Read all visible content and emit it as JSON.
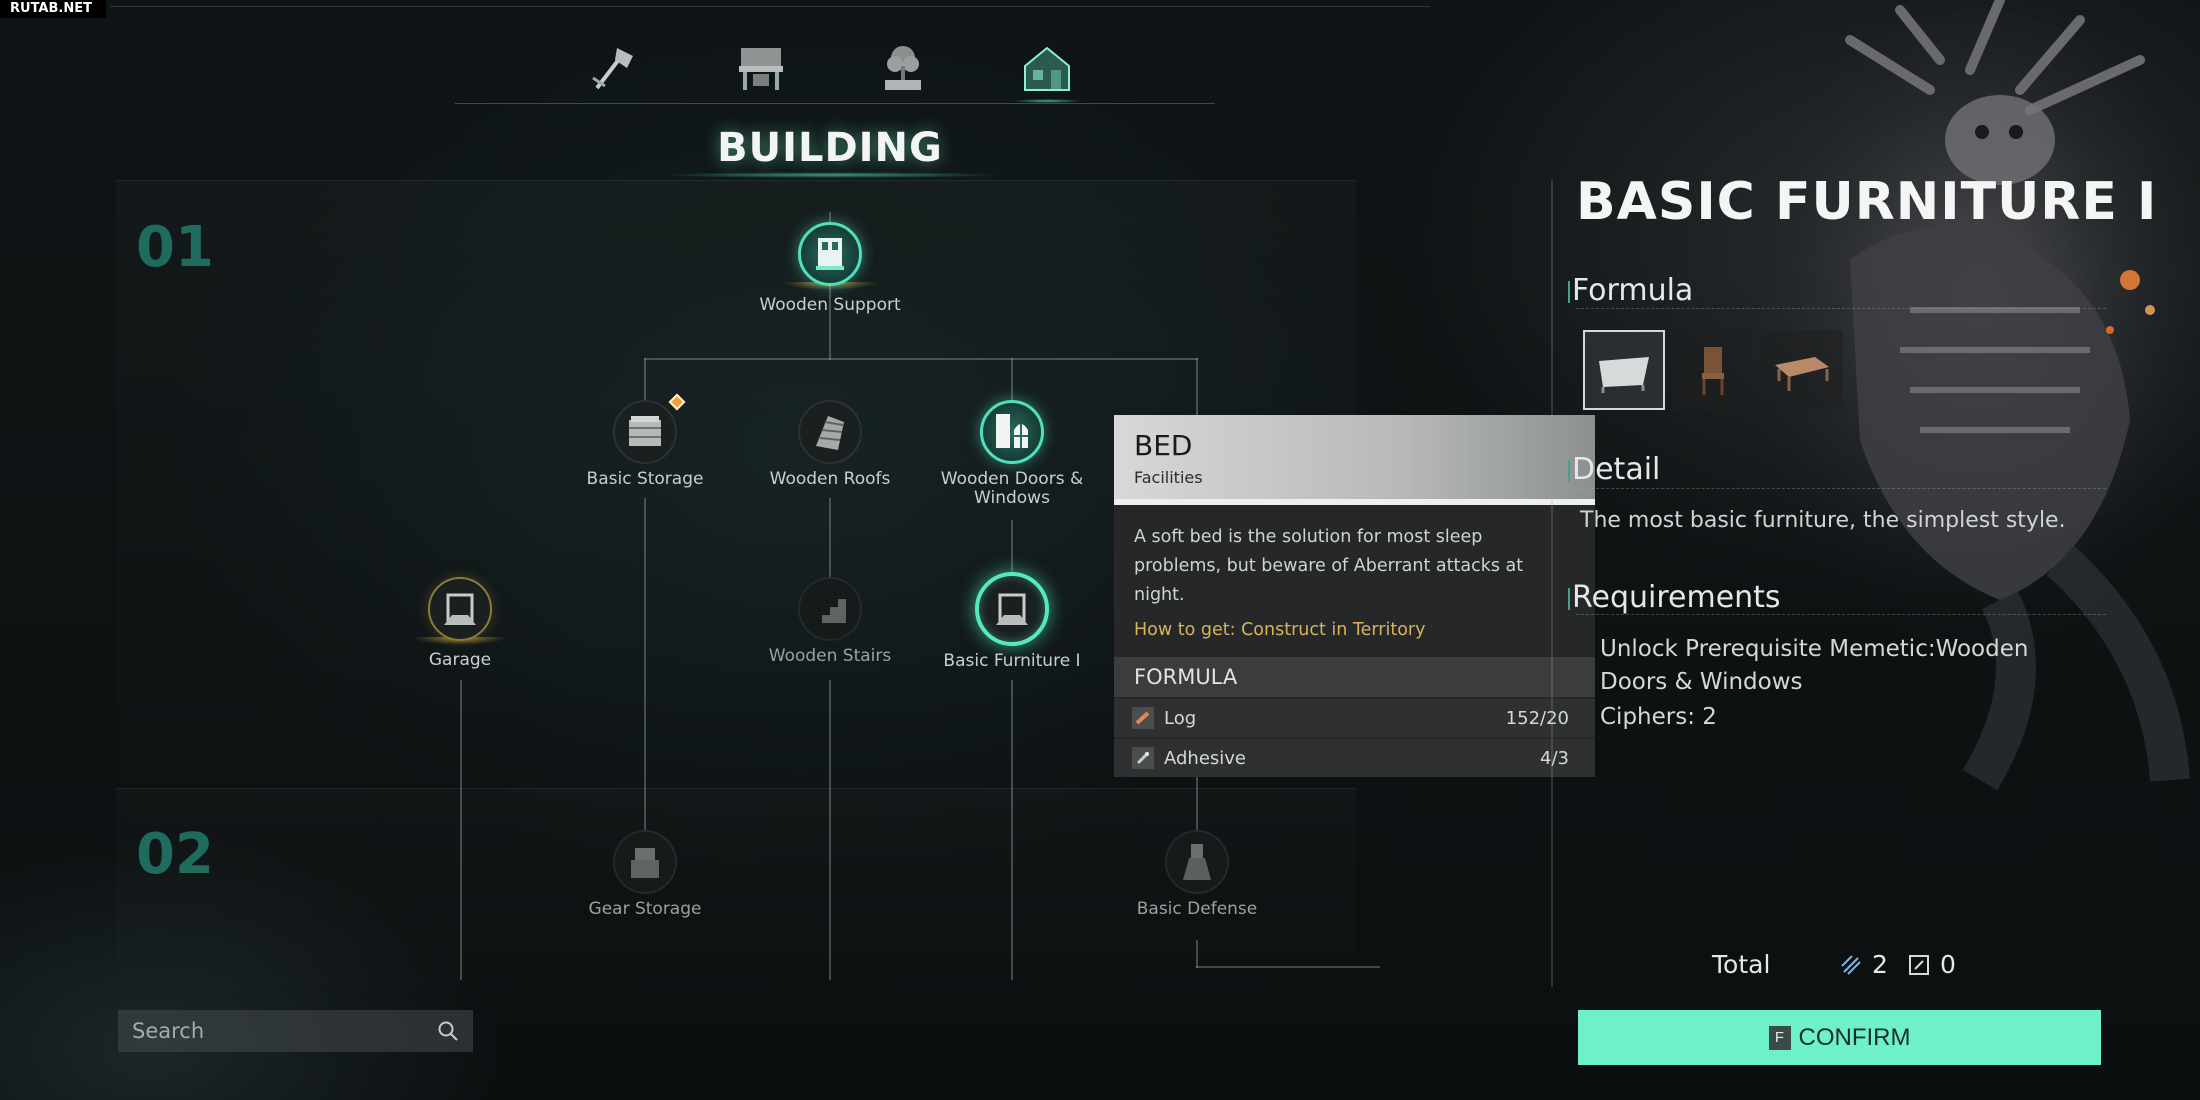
{
  "watermark": "RUTAB.NET",
  "category_tabs": [
    {
      "icon": "axe-icon",
      "active": false
    },
    {
      "icon": "workbench-icon",
      "active": false
    },
    {
      "icon": "planter-icon",
      "active": false
    },
    {
      "icon": "house-icon",
      "active": true
    }
  ],
  "page_title": "BUILDING",
  "tiers": [
    {
      "number": "01"
    },
    {
      "number": "02"
    }
  ],
  "nodes": {
    "wooden_support": {
      "label": "Wooden Support"
    },
    "basic_storage": {
      "label": "Basic Storage"
    },
    "wooden_roofs": {
      "label": "Wooden Roofs"
    },
    "wooden_doors_windows": {
      "label": "Wooden Doors & Windows"
    },
    "garage": {
      "label": "Garage"
    },
    "wooden_stairs": {
      "label": "Wooden Stairs"
    },
    "basic_furniture": {
      "label": "Basic Furniture Ⅰ"
    },
    "gear_storage": {
      "label": "Gear Storage"
    },
    "basic_defense": {
      "label": "Basic Defense"
    }
  },
  "search": {
    "placeholder": "Search"
  },
  "tooltip": {
    "name": "BED",
    "category": "Facilities",
    "description": "A soft bed is the solution for most sleep problems, but beware of Aberrant attacks at night.",
    "how_to_get": "How to get: Construct in Territory",
    "formula_label": "FORMULA",
    "materials": [
      {
        "name": "Log",
        "amount": "152/20",
        "icon": "log-icon"
      },
      {
        "name": "Adhesive",
        "amount": "4/3",
        "icon": "adhesive-icon"
      }
    ]
  },
  "detail_panel": {
    "title": "BASIC FURNITURE Ⅰ",
    "formula_label": "Formula",
    "formula_items": [
      {
        "icon": "bed-icon",
        "selected": true
      },
      {
        "icon": "chair-icon",
        "selected": false
      },
      {
        "icon": "table-icon",
        "selected": false
      }
    ],
    "detail_label": "Detail",
    "detail_text": "The most basic furniture, the simplest style.",
    "requirements_label": "Requirements",
    "requirement_1": "Unlock Prerequisite Memetic:Wooden",
    "requirement_1b": "Doors & Windows",
    "requirement_2": "Ciphers:  2"
  },
  "total": {
    "label": "Total",
    "cipher_cost": "2",
    "other_cost": "0"
  },
  "confirm": {
    "key": "F",
    "label": "CONFIRM"
  },
  "colors": {
    "accent": "#55e8c1",
    "confirm_bg": "#6ef0c8",
    "tier_number": "#1f6b5e",
    "how_to_get": "#d7b45a"
  }
}
